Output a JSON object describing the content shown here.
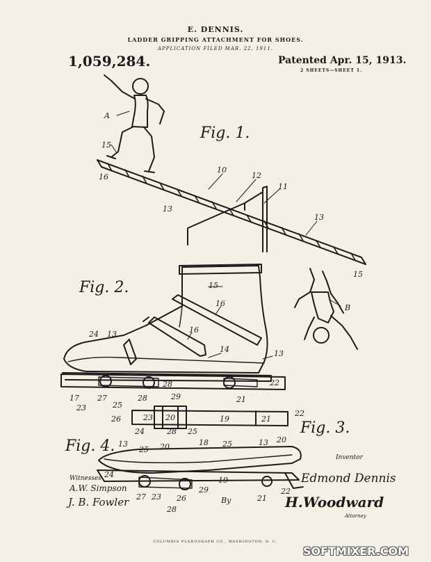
{
  "header": {
    "inventor_name": "E. DENNIS.",
    "title": "LADDER GRIPPING ATTACHMENT FOR SHOES.",
    "filed": "APPLICATION FILED MAR. 22, 1911.",
    "patent_number": "1,059,284.",
    "patented": "Patented Apr. 15, 1913.",
    "sheets": "2 SHEETS—SHEET 1."
  },
  "figures": {
    "fig1": "Fig. 1.",
    "fig2": "Fig. 2.",
    "fig3": "Fig. 3.",
    "fig4": "Fig. 4."
  },
  "labels": {
    "a": "A",
    "b": "B",
    "n10": "10",
    "n11": "11",
    "n12": "12",
    "n13": "13",
    "n14": "14",
    "n15": "15",
    "n16": "16",
    "n17": "17",
    "n18": "18",
    "n19": "19",
    "n20": "20",
    "n21": "21",
    "n22": "22",
    "n23": "23",
    "n24": "24",
    "n25": "25",
    "n26": "26",
    "n27": "27",
    "n28": "28",
    "n29": "29"
  },
  "signatures": {
    "witnesses_label": "Witnesses",
    "witness1": "A.W. Simpson",
    "witness2": "J. B. Fowler",
    "by": "By",
    "inventor_label": "Inventor",
    "inventor": "Edmond Dennis",
    "attorney": "H.Woodward",
    "attorney_label": "Attorney"
  },
  "footer": {
    "printer": "COLUMBIA PLANOGRAPH CO., WASHINGTON, D. C."
  },
  "watermark": "SOFTMIXER.COM"
}
